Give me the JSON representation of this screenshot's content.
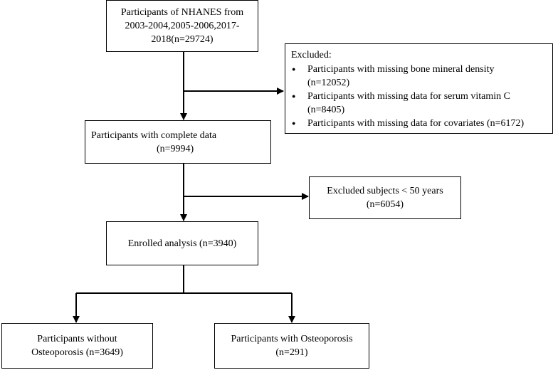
{
  "boxes": {
    "participants_nhanes": [
      "Participants of NHANES from",
      "2003-2004,2005-2006,2017-",
      "2018(n=29724)"
    ],
    "complete_data": [
      "Participants with complete data",
      "(n=9994)"
    ],
    "excluded_age": [
      "Excluded subjects < 50 years",
      "(n=6054)"
    ],
    "enrolled": [
      "Enrolled analysis (n=3940)"
    ],
    "without_osteoporosis": [
      "Participants without",
      "Osteoporosis (n=3649)"
    ],
    "with_osteoporosis": [
      "Participants with Osteoporosis",
      "(n=291)"
    ]
  },
  "excluded": {
    "title": "Excluded:",
    "items": [
      [
        "Participants with missing bone mineral density",
        "(n=12052)"
      ],
      [
        "Participants with missing data for serum vitamin C",
        "(n=8405)"
      ],
      [
        "Participants with missing data for covariates (n=6172)"
      ]
    ]
  }
}
